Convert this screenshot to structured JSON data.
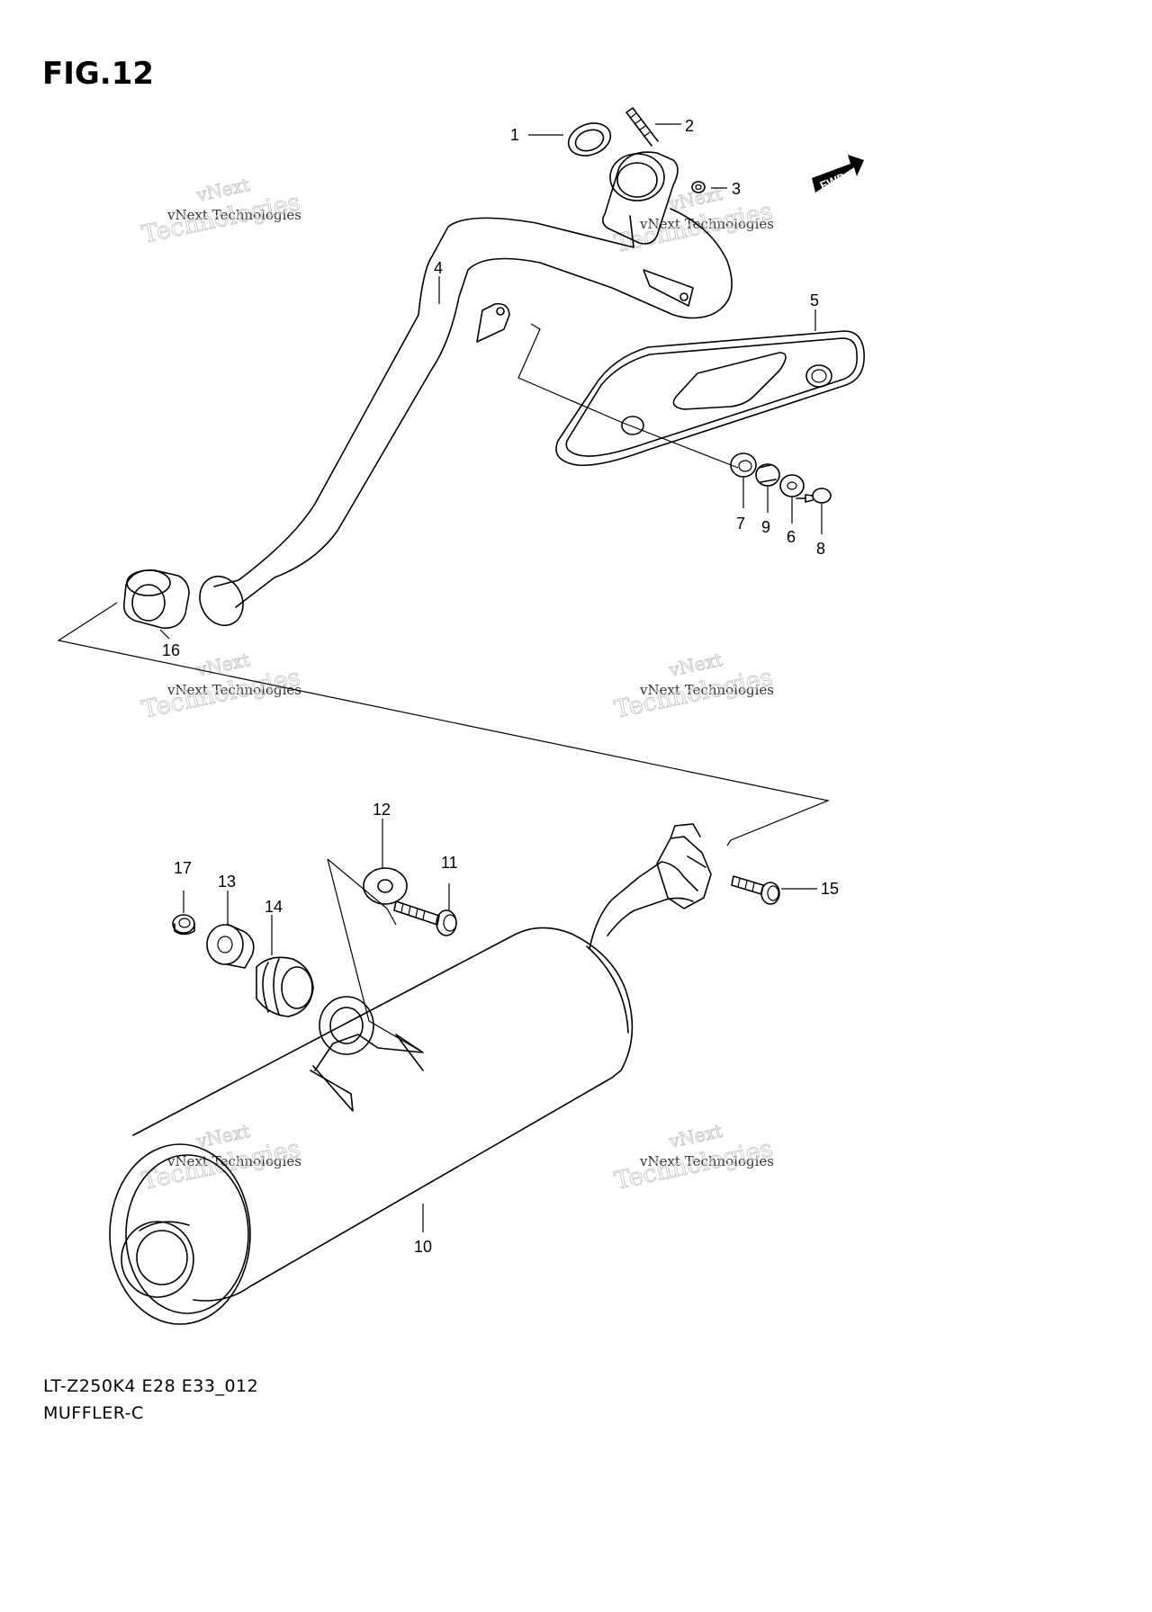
{
  "figure": {
    "title": "FIG.12",
    "code": "LT-Z250K4 E28 E33_012",
    "name": "MUFFLER-C"
  },
  "fwd_label": "FWD",
  "watermark": {
    "line1": "vNext",
    "line2": "vNext Technologies",
    "line3": "Technologies"
  },
  "callouts": [
    "1",
    "2",
    "3",
    "4",
    "5",
    "6",
    "7",
    "8",
    "9",
    "10",
    "11",
    "12",
    "13",
    "14",
    "15",
    "16",
    "17"
  ]
}
